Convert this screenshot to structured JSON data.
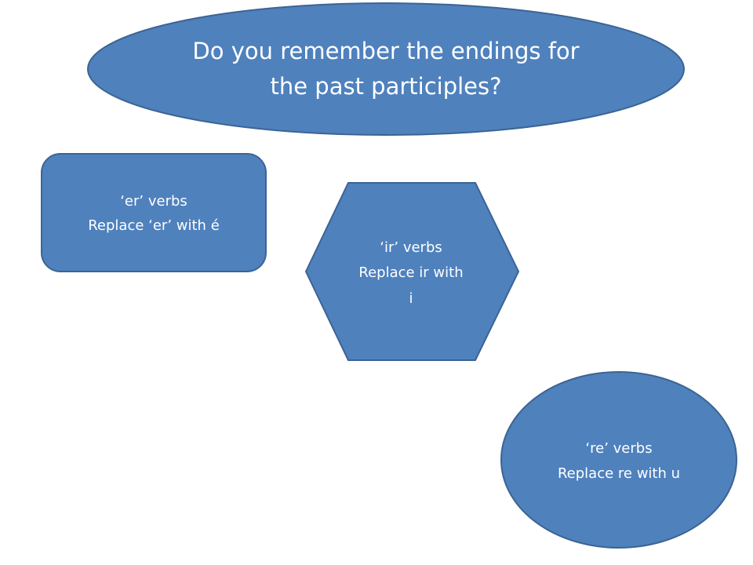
{
  "colors": {
    "shape_fill": "#4f81bd",
    "shape_stroke": "#3b6494",
    "text": "#ffffff",
    "background": "#ffffff"
  },
  "title_oval": {
    "line1": "Do you remember the endings for",
    "line2": "the past participles?"
  },
  "er_box": {
    "line1": "‘er’ verbs",
    "line2": "Replace ‘er’ with  é"
  },
  "ir_hexagon": {
    "line1": "‘ir’ verbs",
    "line2": "Replace ir with",
    "line3": "i"
  },
  "re_oval": {
    "line1": "‘re’ verbs",
    "line2": "Replace re with  u"
  }
}
